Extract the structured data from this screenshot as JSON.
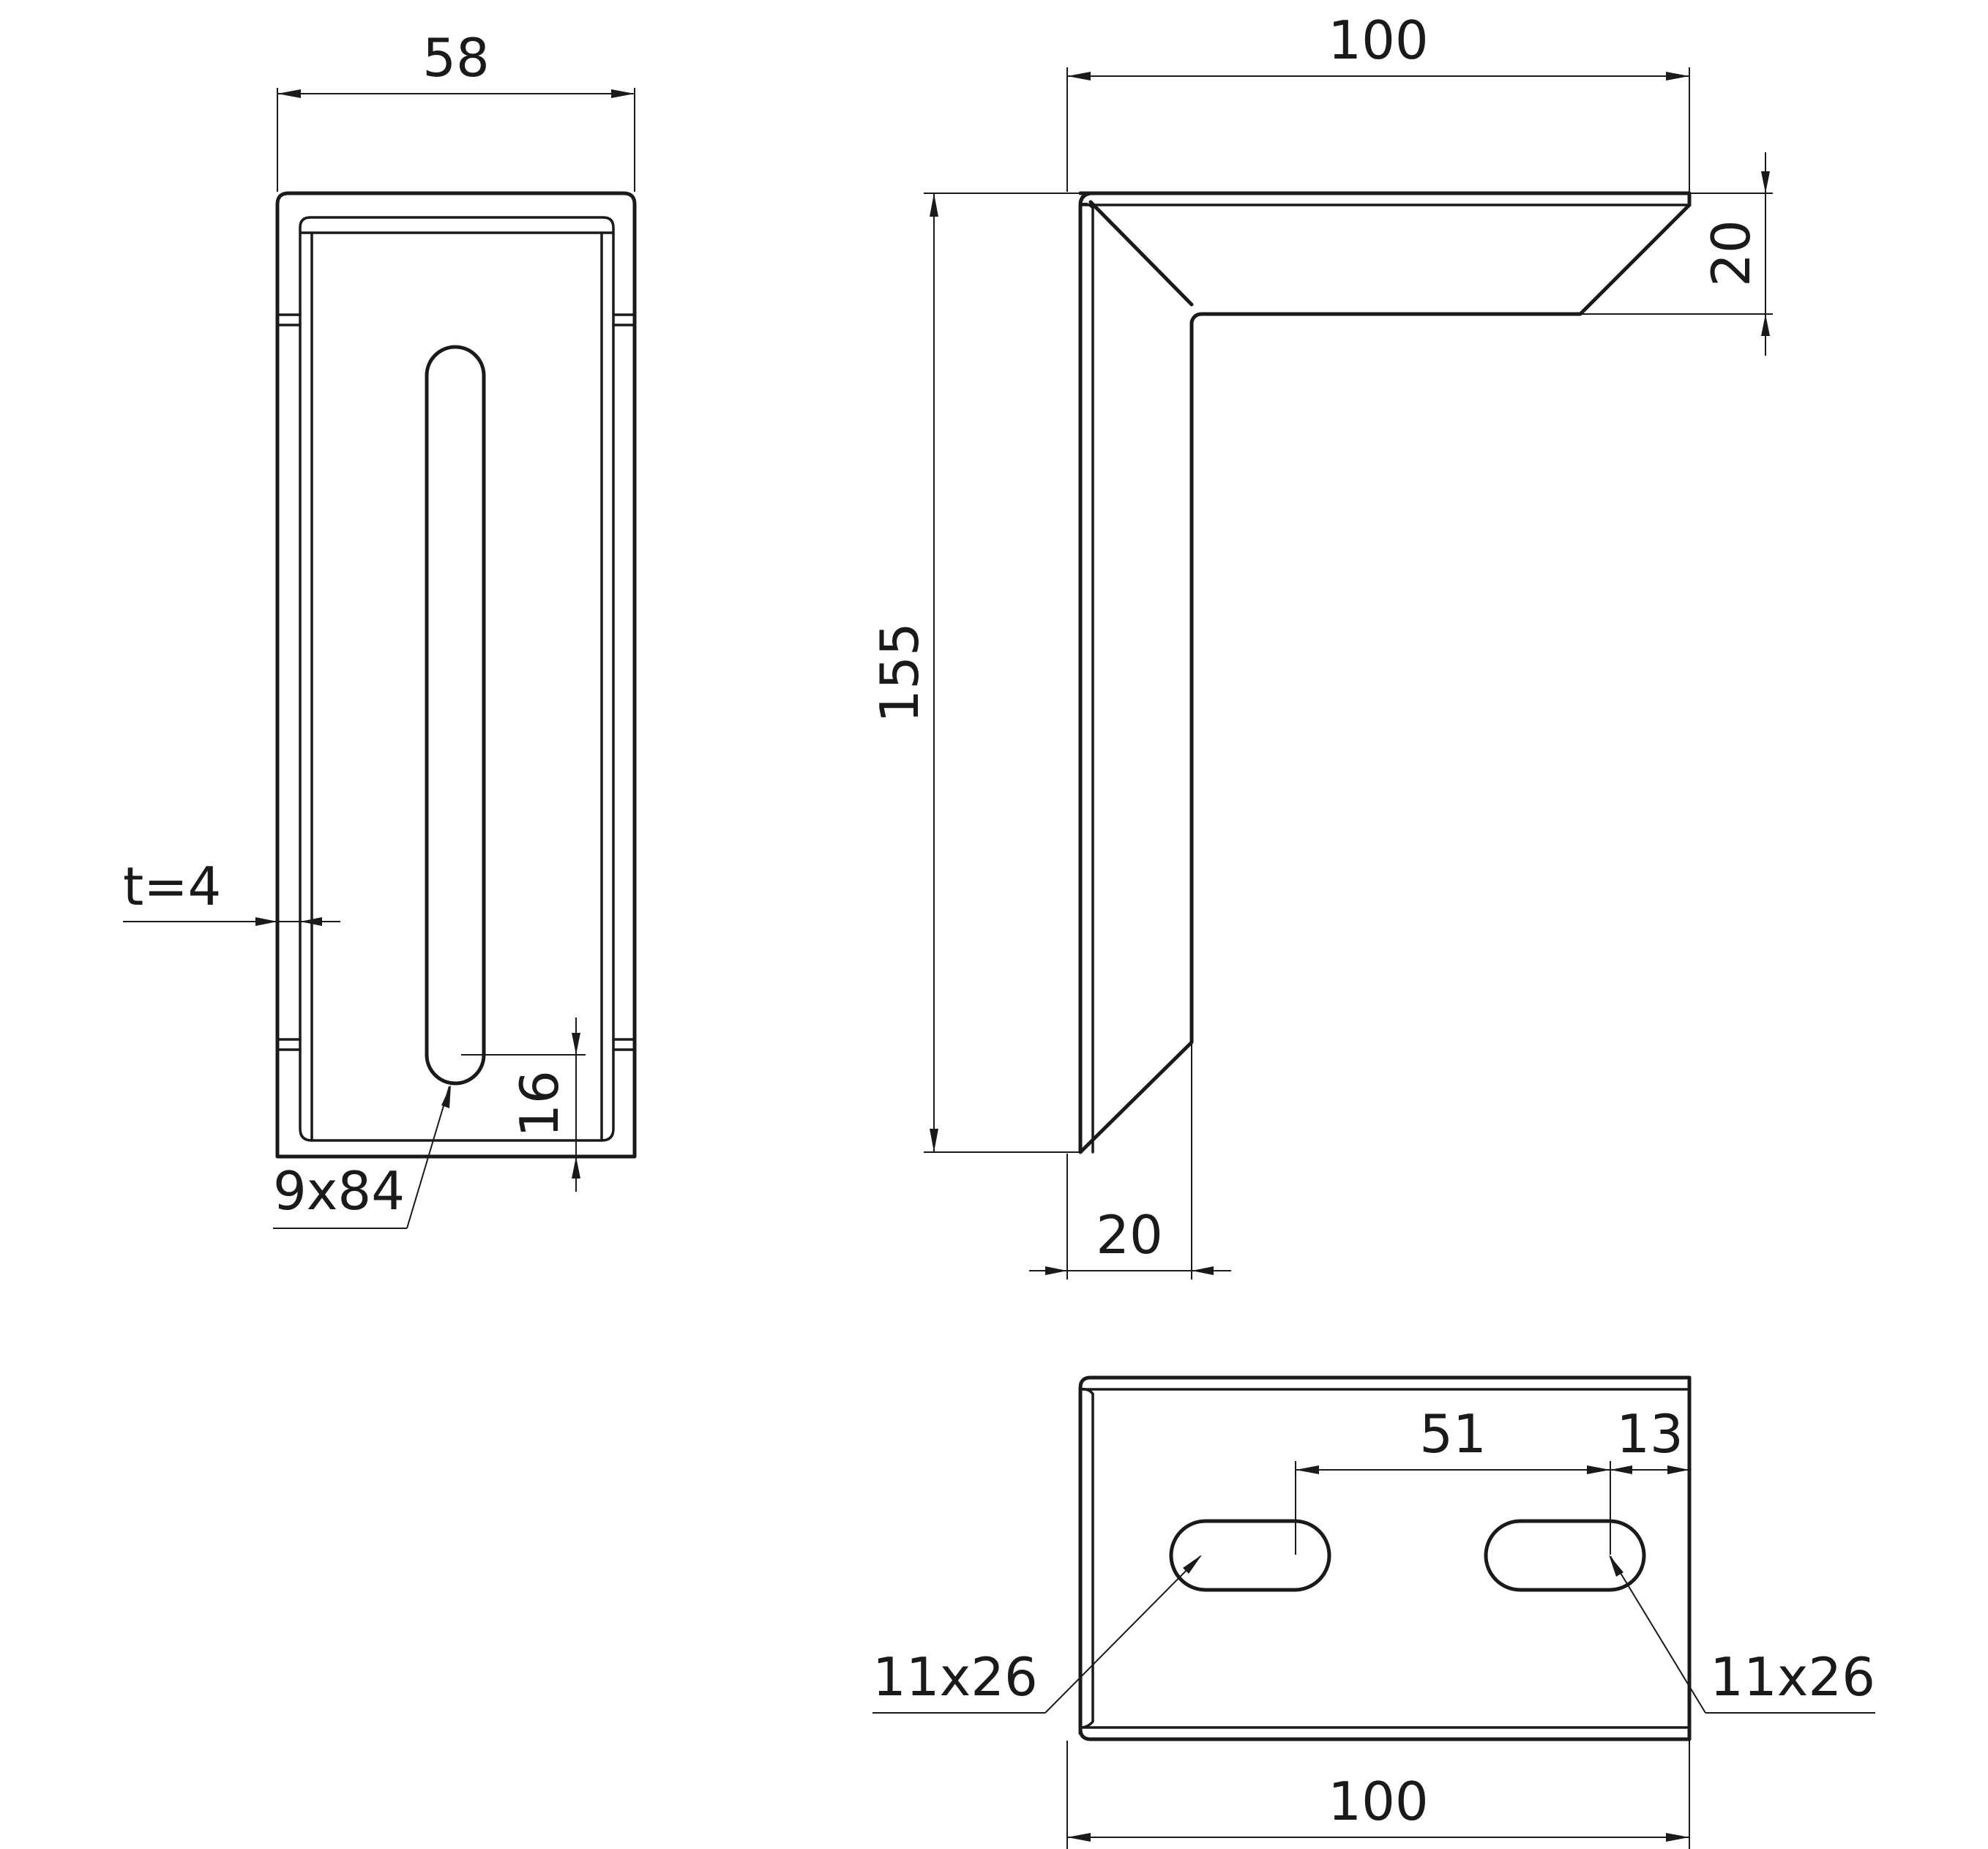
{
  "colors": {
    "line": "#1a1a1a",
    "background": "#ffffff"
  },
  "front_view": {
    "width_dim": "58",
    "thickness_dim": "t=4",
    "slot_dim": "9x84",
    "slot_offset_dim": "16"
  },
  "side_view": {
    "width_dim": "100",
    "height_dim": "155",
    "flange_top_dim": "20",
    "flange_bottom_dim": "20"
  },
  "top_view": {
    "width_dim": "100",
    "slot_spacing_dim": "51",
    "edge_offset_dim": "13",
    "left_slot_dim": "11x26",
    "right_slot_dim": "11x26"
  }
}
